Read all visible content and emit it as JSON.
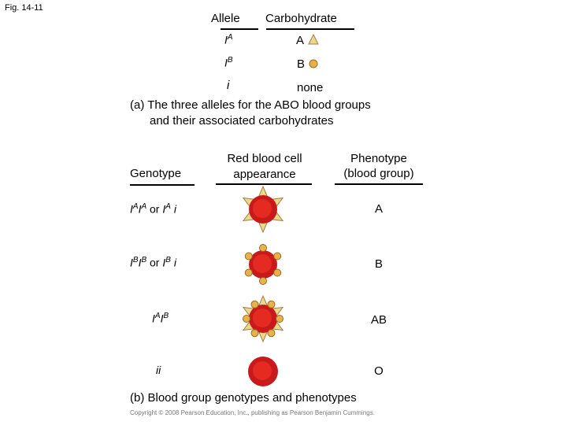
{
  "figure_label": "Fig. 14-11",
  "part_a": {
    "header_allele": "Allele",
    "header_carbohydrate": "Carbohydrate",
    "rows": [
      {
        "allele_base": "I",
        "allele_sup": "A",
        "carbohydrate": "A",
        "symbol": "triangle-icon",
        "color": "#e8d080"
      },
      {
        "allele_base": "I",
        "allele_sup": "B",
        "carbohydrate": "B",
        "symbol": "circle-icon",
        "color": "#e8b84a"
      },
      {
        "allele_base": "i",
        "allele_sup": "",
        "carbohydrate": "none",
        "symbol": "",
        "color": ""
      }
    ],
    "caption_line1": "(a) The three alleles for the ABO blood groups",
    "caption_line2": "and their associated carbohydrates"
  },
  "part_b": {
    "header_genotype": "Genotype",
    "header_appearance_line1": "Red blood cell",
    "header_appearance_line2": "appearance",
    "header_phenotype_line1": "Phenotype",
    "header_phenotype_line2": "(blood group)",
    "rows": [
      {
        "g1_base": "I",
        "g1_sup": "A",
        "g1b_base": "I",
        "g1b_sup": "A",
        "or_text": "or",
        "g2_base": "I",
        "g2_sup": "A",
        "g2_suffix": "i",
        "phenotype": "A",
        "antigens": "triangles"
      },
      {
        "g1_base": "I",
        "g1_sup": "B",
        "g1b_base": "I",
        "g1b_sup": "B",
        "or_text": "or",
        "g2_base": "I",
        "g2_sup": "B",
        "g2_suffix": "i",
        "phenotype": "B",
        "antigens": "circles"
      },
      {
        "g1_base": "I",
        "g1_sup": "A",
        "g1b_base": "I",
        "g1b_sup": "B",
        "phenotype": "AB",
        "antigens": "both"
      },
      {
        "genotype_text": "ii",
        "phenotype": "O",
        "antigens": "none"
      }
    ],
    "caption": "(b) Blood group genotypes and phenotypes"
  },
  "copyright": "Copyright © 2008 Pearson Education, Inc., publishing as Pearson Benjamin Cummings.",
  "colors": {
    "cell_outer": "#c81a1a",
    "cell_inner": "#e52a22",
    "triangle_fill": "#ecd88c",
    "triangle_stroke": "#a08040",
    "circle_fill": "#e8b24a",
    "circle_stroke": "#9a6a20"
  }
}
